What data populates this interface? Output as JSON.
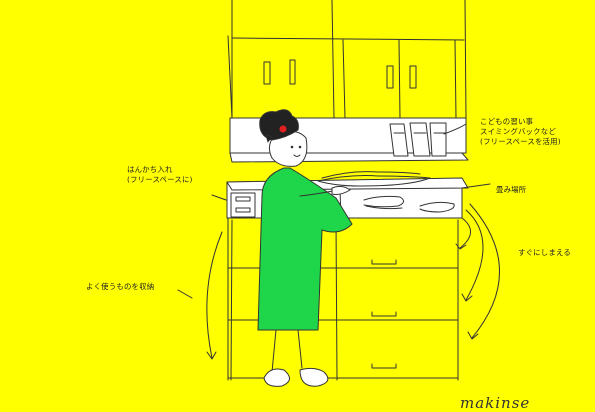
{
  "annotations": {
    "kids_lessons": {
      "line1": "こどもの習い事",
      "line2": "スイミングバックなど",
      "line3": "(フリースペースを活用)"
    },
    "handkerchief": {
      "line1": "はんかち入れ",
      "line2": "(フリースペースに)"
    },
    "folding_area": "畳み場所",
    "quick_storage": "すぐにしまえる",
    "frequent_items": "よく使うものを収納"
  },
  "signature": "makinse",
  "colors": {
    "background": "#ffff00",
    "dress": "#1fd64b",
    "skin": "#ffffff",
    "hair": "#222222",
    "hair_accent": "#e02020",
    "cabinet_fill": "#ffffff",
    "ink": "#333333"
  }
}
